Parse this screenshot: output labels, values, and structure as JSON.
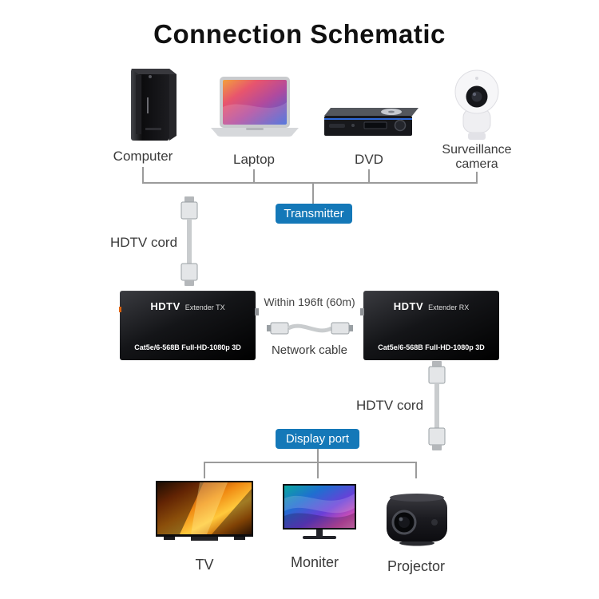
{
  "title": "Connection Schematic",
  "sources": [
    {
      "label": "Computer"
    },
    {
      "label": "Laptop"
    },
    {
      "label": "DVD"
    },
    {
      "label": "Surveillance camera"
    }
  ],
  "badges": {
    "transmitter": "Transmitter",
    "display_port": "Display port"
  },
  "cords": {
    "top": "HDTV cord",
    "bottom": "HDTV cord"
  },
  "tx_box": {
    "brand": "HDTV",
    "model": "Extender TX",
    "spec": "Cat5e/6-568B Full-HD-1080p 3D"
  },
  "rx_box": {
    "brand": "HDTV",
    "model": "Extender RX",
    "spec": "Cat5e/6-568B Full-HD-1080p 3D"
  },
  "link": {
    "distance": "Within 196ft (60m)",
    "cable": "Network cable"
  },
  "displays": [
    {
      "label": "TV"
    },
    {
      "label": "Moniter"
    },
    {
      "label": "Projector"
    }
  ],
  "colors": {
    "badge_blue": "#1478b8",
    "line_gray": "#9b9b9b",
    "label_gray": "#3a3a3a"
  }
}
